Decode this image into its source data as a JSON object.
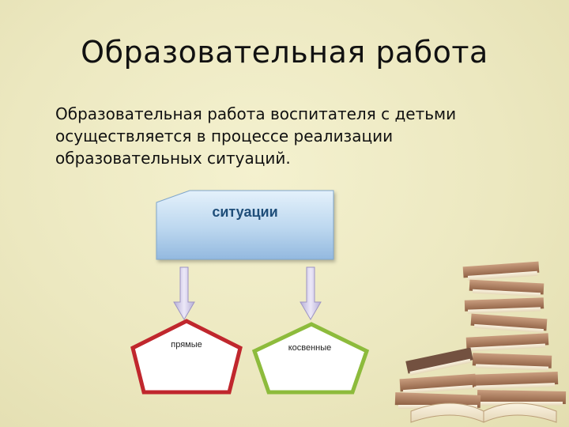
{
  "slide": {
    "title": "Образовательная работа",
    "body": "Образовательная работа воспитателя с детьми осуществляется в процессе реализации образовательных ситуаций."
  },
  "diagram": {
    "root": "ситуации",
    "children": [
      {
        "label": "прямые",
        "border_color": "#c0272d"
      },
      {
        "label": "косвенные",
        "border_color": "#8dbb3c"
      }
    ]
  },
  "colors": {
    "root_fill_top": "#dfeefa",
    "root_fill_bottom": "#9cc0e3",
    "root_text": "#1f4e79",
    "arrow": "#cbc3e3"
  },
  "decor": {
    "illustration": "book-stack-icon"
  }
}
